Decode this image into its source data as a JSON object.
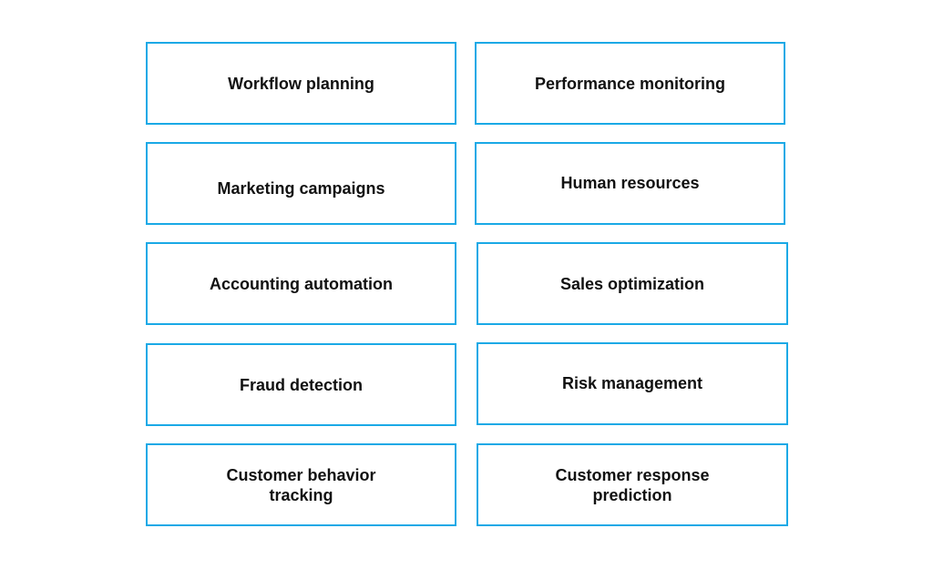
{
  "colors": {
    "border": "#1aa9e6",
    "text": "#111111",
    "background": "#ffffff"
  },
  "boxes": [
    {
      "label": "Workflow planning"
    },
    {
      "label": "Performance monitoring"
    },
    {
      "label": "Marketing campaigns"
    },
    {
      "label": "Human resources"
    },
    {
      "label": "Accounting automation"
    },
    {
      "label": "Sales optimization"
    },
    {
      "label": "Fraud detection"
    },
    {
      "label": "Risk management"
    },
    {
      "label": "Customer behavior\ntracking"
    },
    {
      "label": "Customer response\nprediction"
    }
  ]
}
